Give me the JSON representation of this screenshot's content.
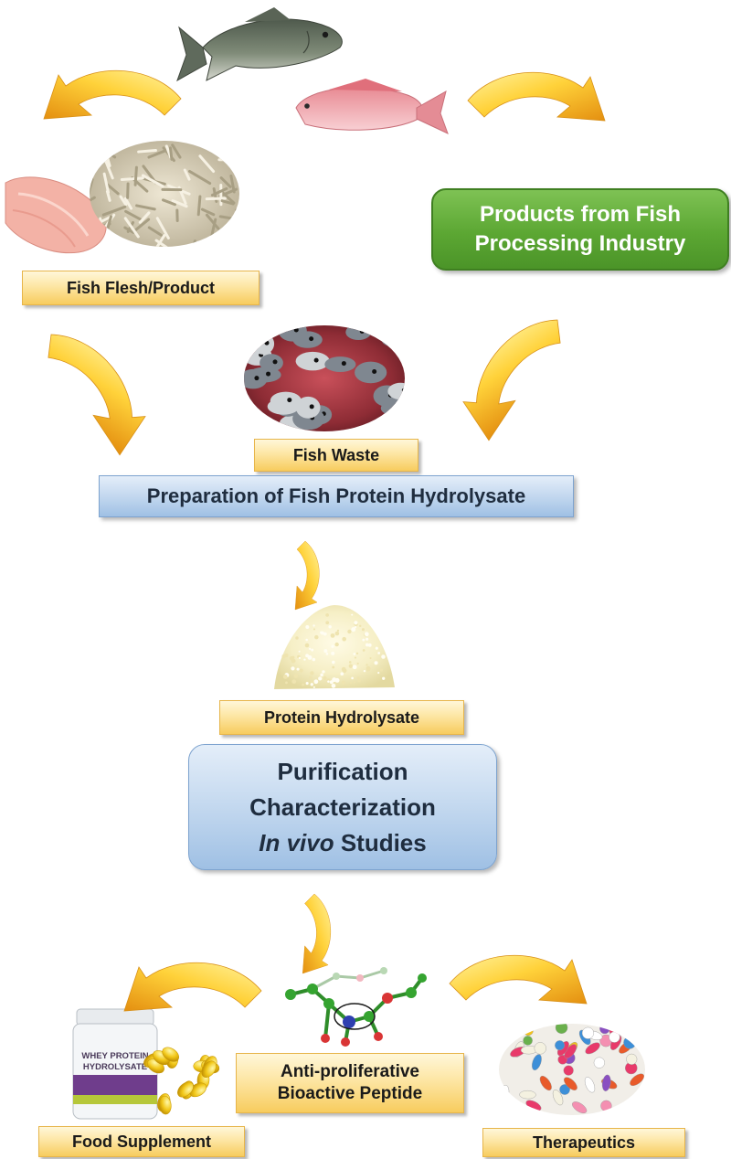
{
  "nodes": {
    "fish_flesh": "Fish Flesh/Product",
    "industry_line1": "Products from Fish",
    "industry_line2": "Processing Industry",
    "fish_waste": "Fish Waste",
    "preparation": "Preparation of Fish Protein Hydrolysate",
    "protein_hydrolysate": "Protein Hydrolysate",
    "steps": {
      "purification": "Purification",
      "characterization": "Characterization",
      "in_vivo_italic": "In vivo",
      "in_vivo_rest": " Studies"
    },
    "peptide_line1": "Anti-proliferative",
    "peptide_line2": "Bioactive Peptide",
    "food_supplement": "Food Supplement",
    "therapeutics": "Therapeutics"
  },
  "product_jar": {
    "line1": "WHEY PROTEIN",
    "line2": "HYDROLYSATE"
  },
  "colors": {
    "arrow_light": "#ffe36b",
    "arrow_dark": "#e48f10",
    "label_fill": "#fde6a4",
    "blue_fill": "#c3d8ef",
    "green_fill": "#5ca733"
  },
  "icons": [
    "fish-icon",
    "tilapia-icon",
    "fillet-icon",
    "dried-fish-icon",
    "fish-waste-icon",
    "powder-icon",
    "molecule-icon",
    "supplement-jar-icon",
    "capsules-icon",
    "pills-icon"
  ]
}
